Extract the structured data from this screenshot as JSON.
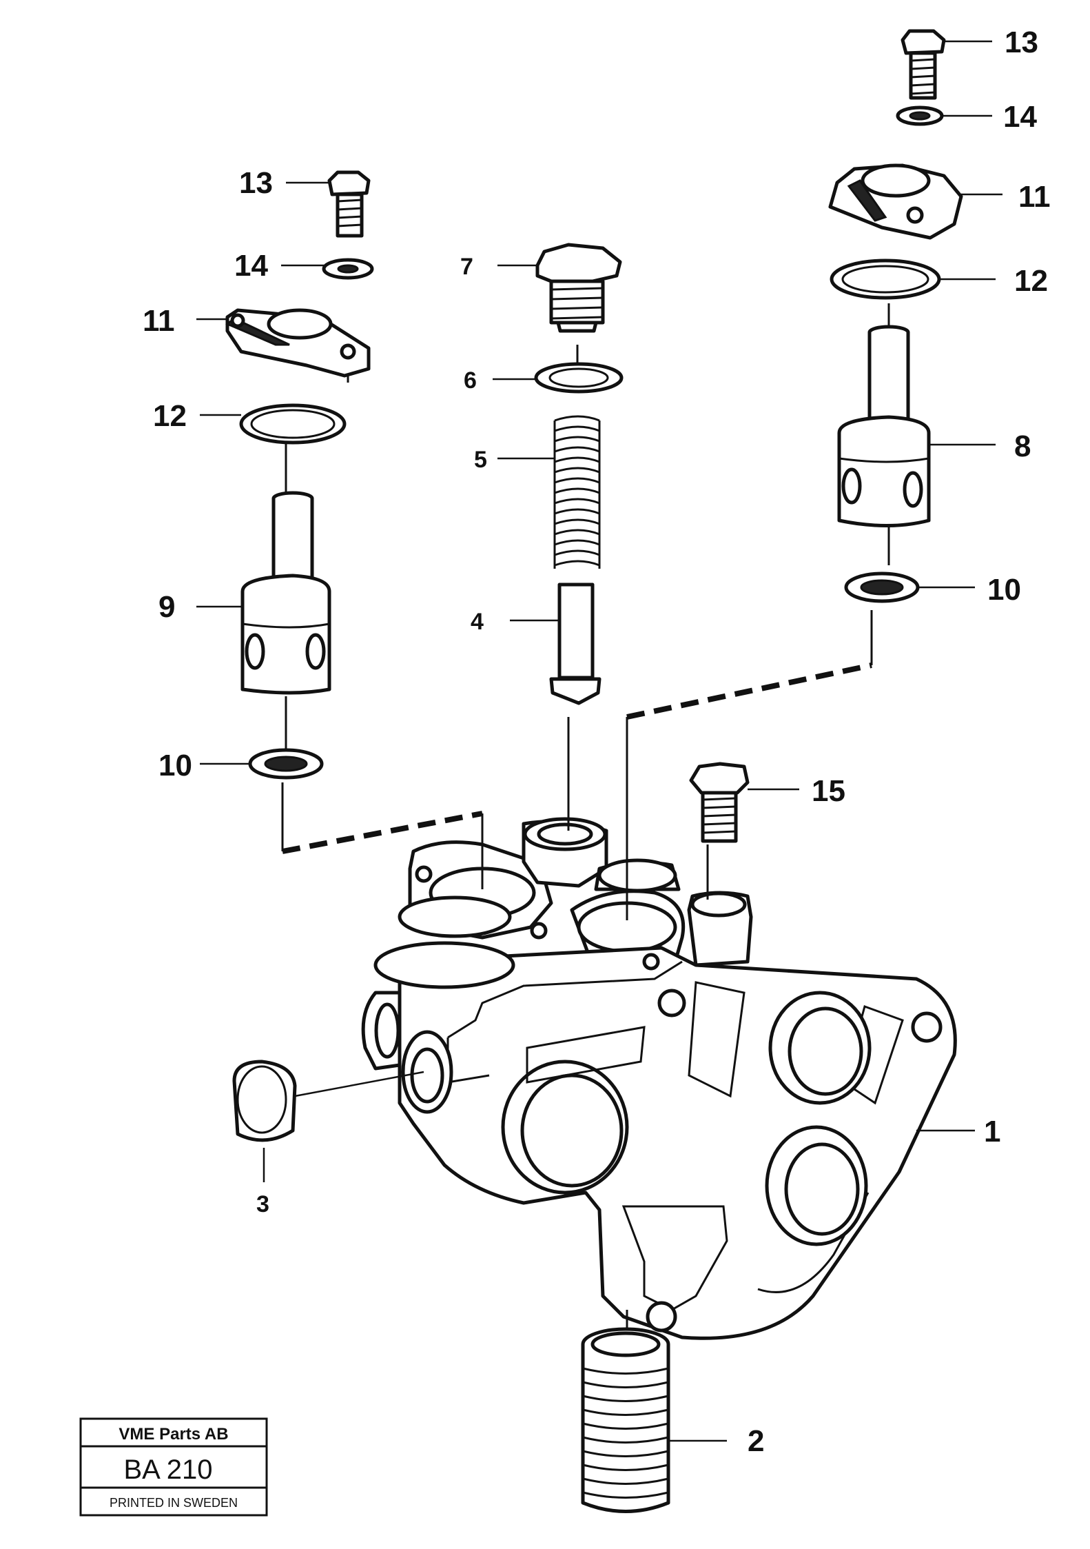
{
  "callouts": {
    "c1": "1",
    "c2": "2",
    "c3": "3",
    "c4": "4",
    "c5": "5",
    "c6": "6",
    "c7": "7",
    "c8": "8",
    "c9": "9",
    "c10_left": "10",
    "c10_right": "10",
    "c11_left": "11",
    "c11_right": "11",
    "c12_left": "12",
    "c12_right": "12",
    "c13_left": "13",
    "c13_right": "13",
    "c14_left": "14",
    "c14_right": "14",
    "c15": "15"
  },
  "stamp": {
    "company": "VME Parts AB",
    "code": "BA 210",
    "printed": "PRINTED IN SWEDEN"
  }
}
